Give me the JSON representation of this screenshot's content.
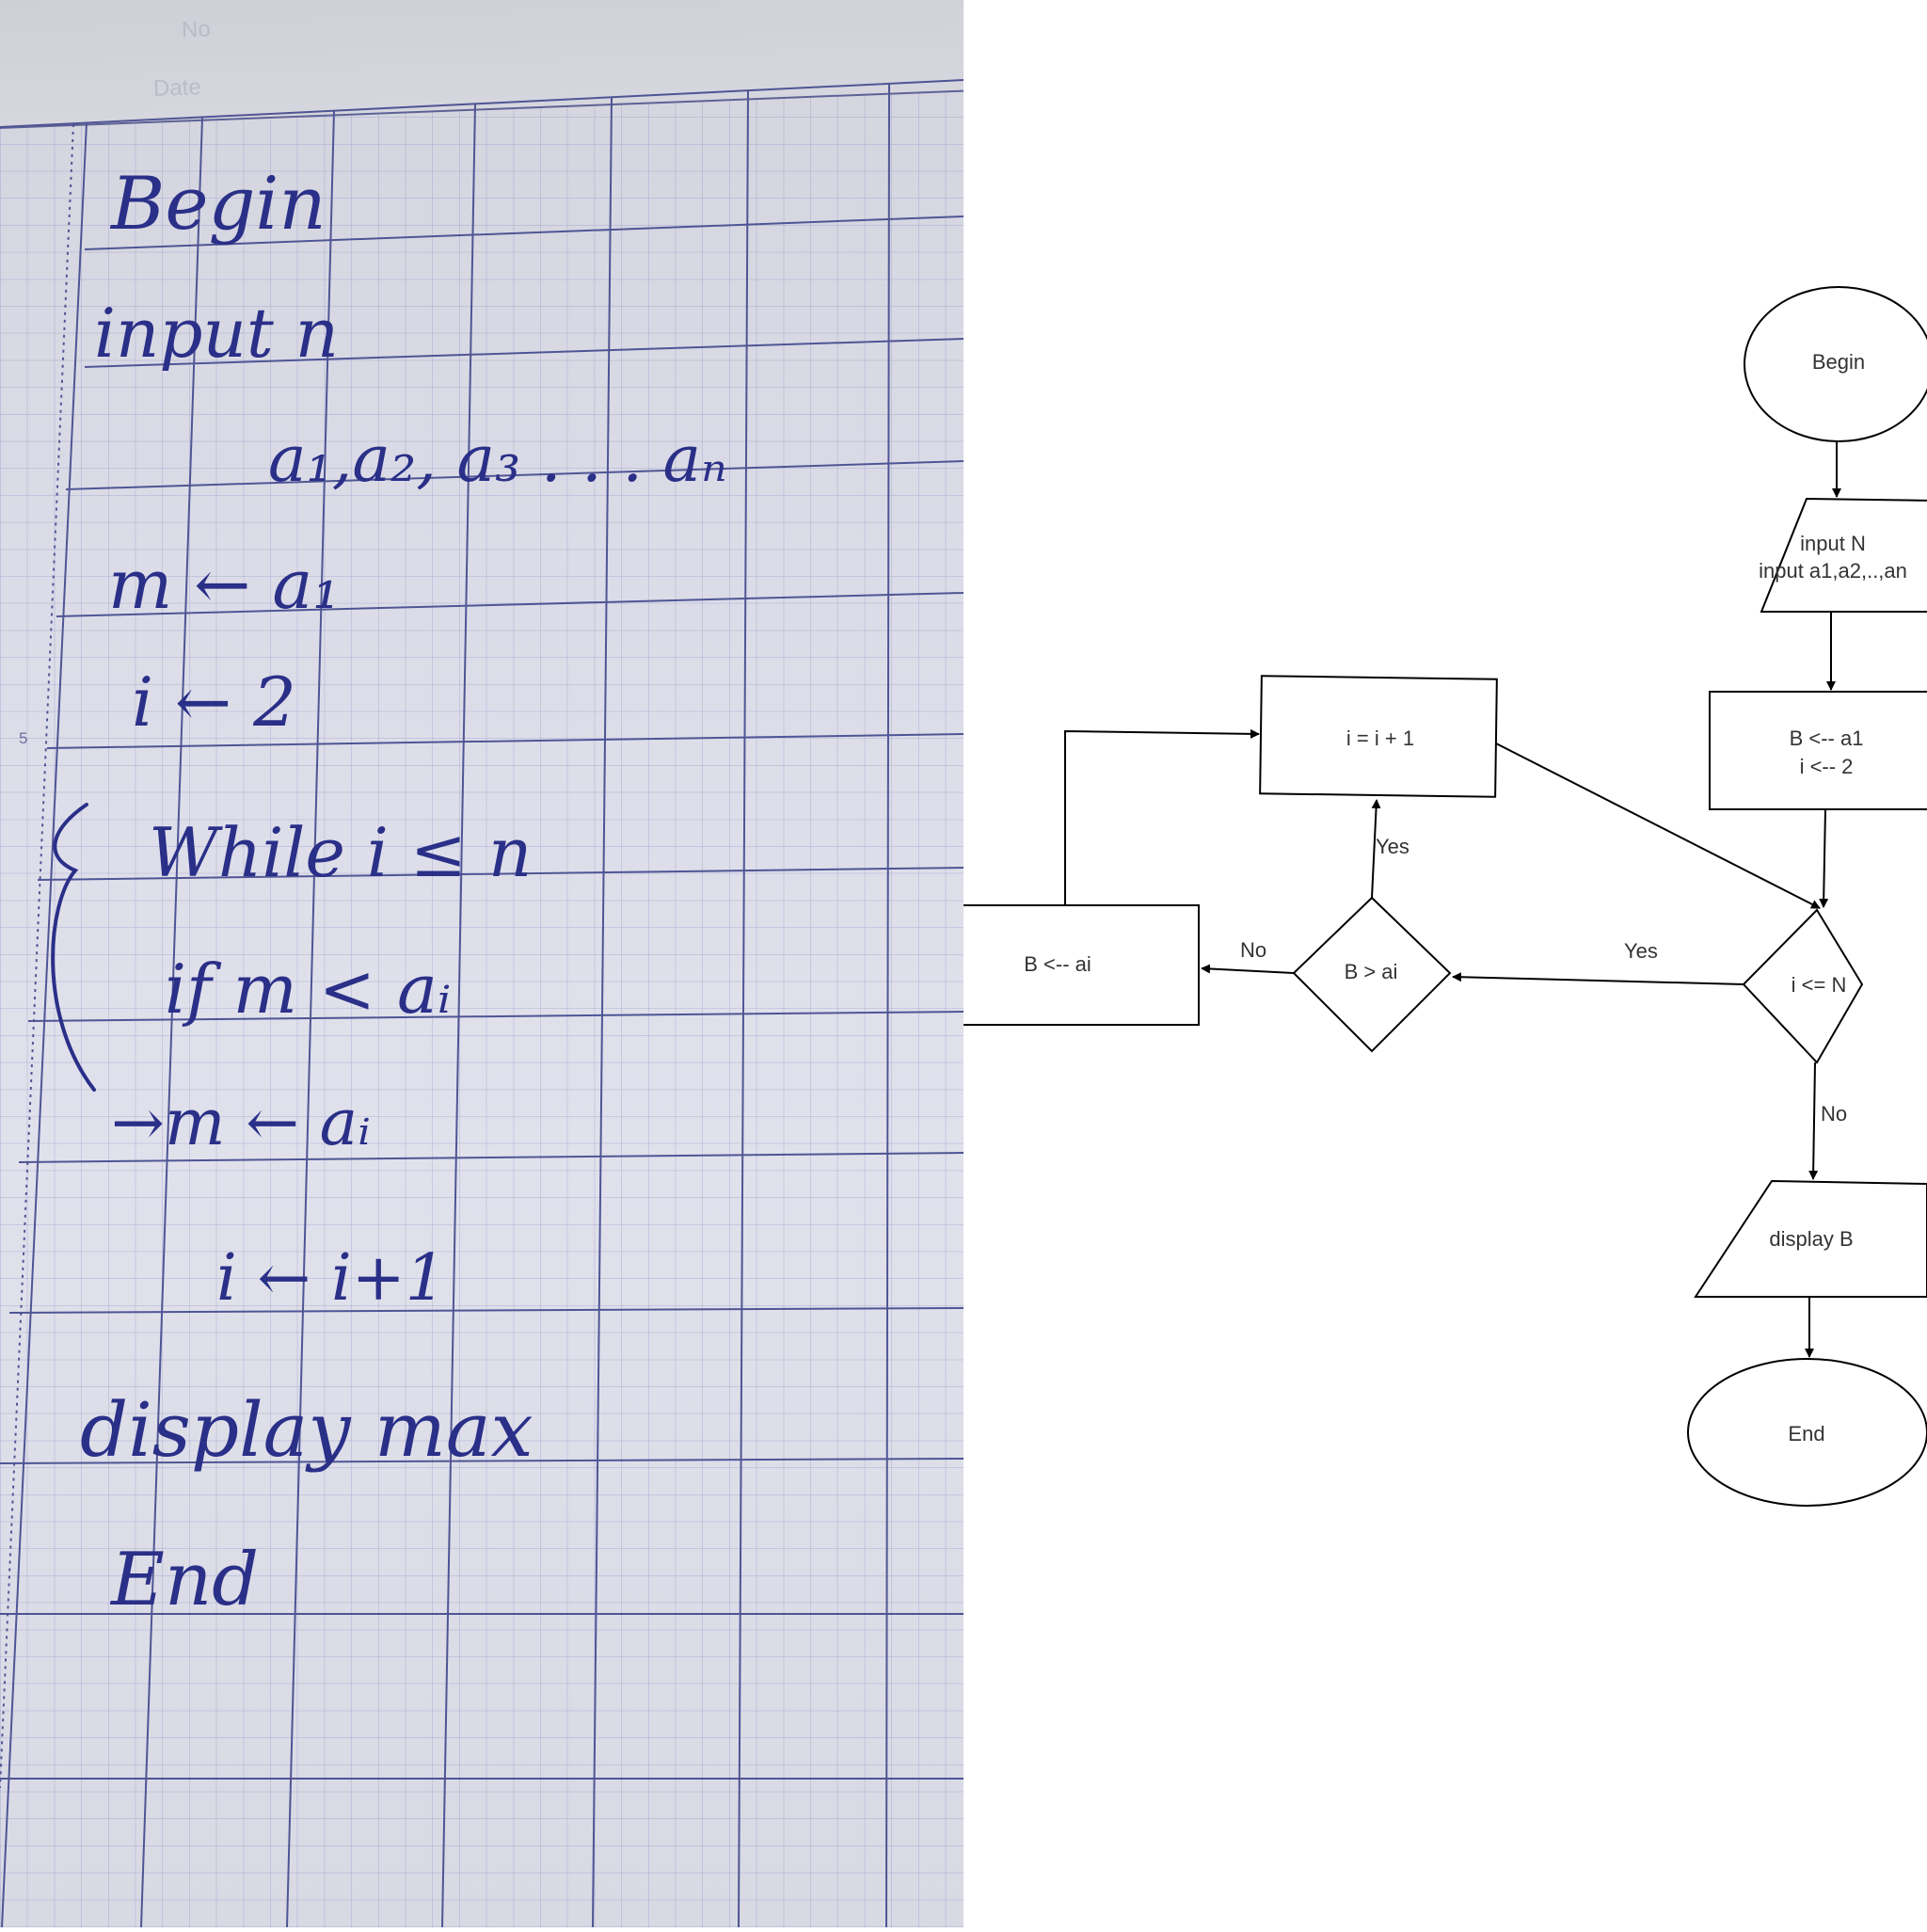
{
  "notebook": {
    "header": {
      "no": "No",
      "date": "Date"
    },
    "page_number": "5",
    "lines": {
      "begin": "Begin",
      "input_n": "input n",
      "input_values": "a₁,a₂, a₃ . . . aₙ",
      "assign_m": "m ← a₁",
      "assign_i": "i ← 2",
      "while": "While  i ≤ n",
      "if": "if m < aᵢ",
      "then": "→m ← aᵢ",
      "increment": "i ← i+1",
      "display": "display  max",
      "end": "End"
    }
  },
  "flowchart": {
    "nodes": {
      "begin": "Begin",
      "input": [
        "input N",
        "input a1,a2,..,an"
      ],
      "init": [
        "B <-- a1",
        "i <-- 2"
      ],
      "cond_loop": "i <= N",
      "cond_compare": "B > ai",
      "assign": "B <-- ai",
      "increment": "i = i  + 1",
      "display": "display B",
      "end": "End"
    },
    "edge_labels": {
      "loop_yes": "Yes",
      "loop_no": "No",
      "compare_yes": "Yes",
      "compare_no": "No"
    },
    "colors": {
      "stroke": "#000000",
      "text": "#333333",
      "background": "#ffffff"
    }
  }
}
